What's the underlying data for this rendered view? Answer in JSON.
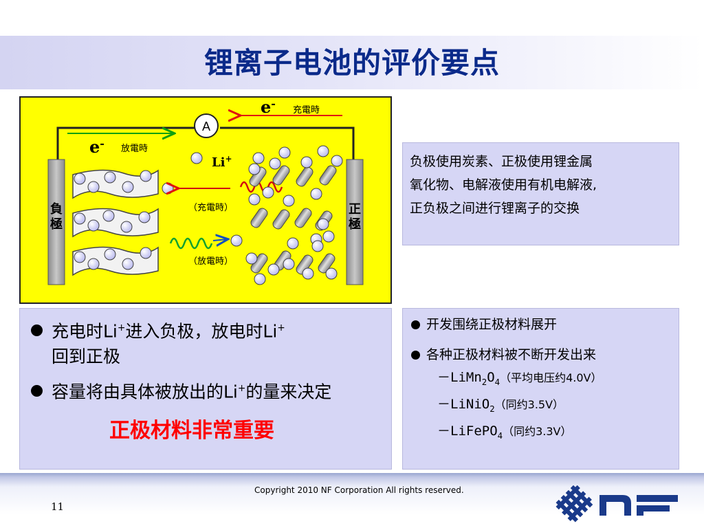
{
  "title": "锂离子电池的评价要点",
  "diagram": {
    "ammeter": "A",
    "electron": "e",
    "electron_sup": "-",
    "charge_label": "充電時",
    "discharge_label": "放電時",
    "li_ion": "Li",
    "li_sup": "+",
    "charge_paren": "（充電時）",
    "discharge_paren": "（放電時）",
    "negative_electrode": "負極",
    "positive_electrode": "正極"
  },
  "info_box": {
    "lines": [
      "负极使用炭素、正极使用锂金属",
      "氧化物、电解液使用有机电解液,",
      "正负极之间进行锂离子的交换"
    ]
  },
  "left_box": {
    "bullet1_a": "充电时Li",
    "bullet1_sup1": "+",
    "bullet1_b": "进入负极，放电时Li",
    "bullet1_sup2": "+",
    "bullet1_c": "回到正极",
    "bullet2_a": "容量将由具体被放出的Li",
    "bullet2_sup": "+",
    "bullet2_b": "的量来决定",
    "emphasis": "正极材料非常重要"
  },
  "right_box": {
    "bullet1": "开发围绕正极材料展开",
    "bullet2": "各种正极材料被不断开发出来",
    "dash": "－",
    "item1_main": "LiMn",
    "item1_sub1": "2",
    "item1_o": "O",
    "item1_sub2": "4",
    "item1_note": "（平均电压约4.0V）",
    "item2_main": "LiNiO",
    "item2_sub": "2",
    "item2_note": "（同约3.5V）",
    "item3_main": "LiFePO",
    "item3_sub": "4",
    "item3_note": "（同约3.3V）"
  },
  "footer": {
    "copyright": "Copyright 2010  NF Corporation   All rights reserved.",
    "page_number": "11"
  },
  "colors": {
    "title": "#0b2a8a",
    "diagram_bg": "#ffff00",
    "panel_bg": "#d6d6f5",
    "emphasis": "#ff0000",
    "logo": "#1a3a8a"
  }
}
